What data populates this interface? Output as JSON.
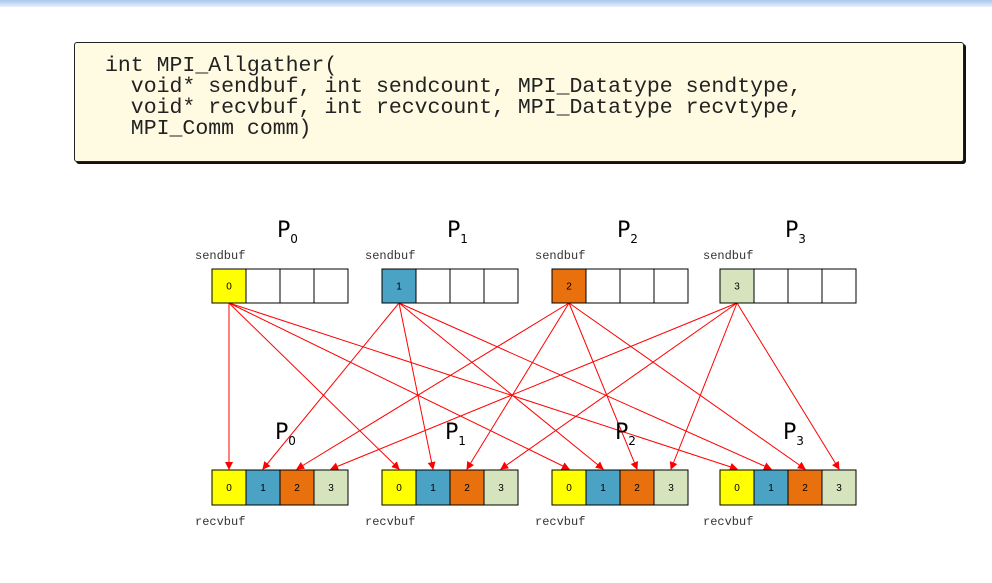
{
  "code": {
    "lines": [
      "int MPI_Allgather(",
      "  void* sendbuf, int sendcount, MPI_Datatype sendtype,",
      "  void* recvbuf, int recvcount, MPI_Datatype recvtype,",
      "  MPI_Comm comm)"
    ]
  },
  "diagram": {
    "processes": [
      {
        "letter": "P",
        "sub": "0",
        "color": "#ffff00"
      },
      {
        "letter": "P",
        "sub": "1",
        "color": "#4aa3c4"
      },
      {
        "letter": "P",
        "sub": "2",
        "color": "#e8700d"
      },
      {
        "letter": "P",
        "sub": "3",
        "color": "#d6e4bd"
      }
    ],
    "send_label": "sendbuf",
    "recv_label": "recvbuf",
    "send_values": [
      "0",
      "1",
      "2",
      "3"
    ],
    "recv_values": [
      "0",
      "1",
      "2",
      "3"
    ],
    "arrow_color": "#ff0000"
  }
}
